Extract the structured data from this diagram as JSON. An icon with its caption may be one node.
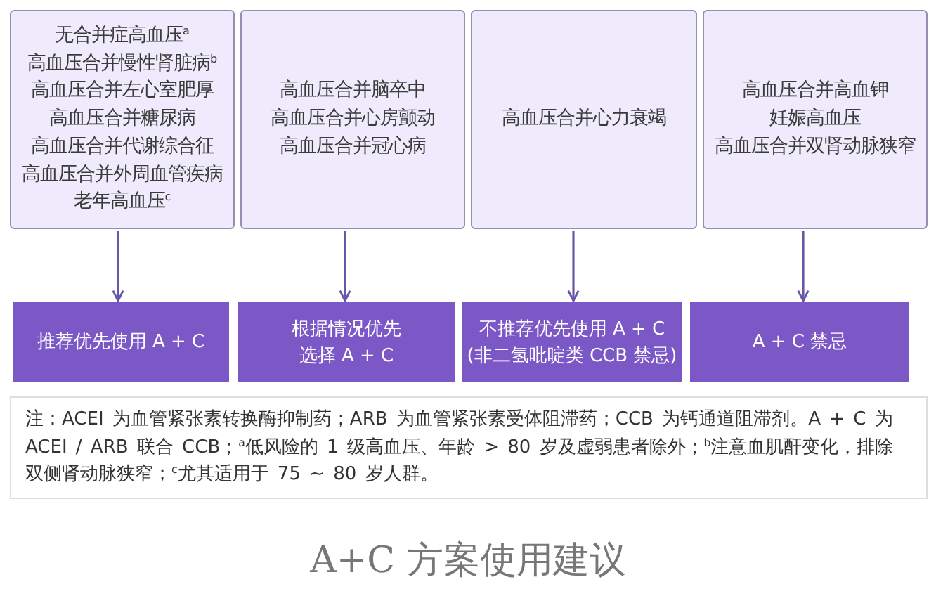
{
  "diagram": {
    "caption": "A+C 方案使用建议",
    "nodes": [
      {
        "text": [
          "无合并症高血压$^{a}$",
          "高血压合并慢性肾脏病$^{b}$",
          "高血压合并左心室肥厚",
          "高血压合并糖尿病",
          "高血压合并代谢综合征",
          "高血压合并外周血管疾病",
          "老年高血压$^{c}$"
        ]
      },
      {
        "text": [
          "高血压合并脑卒中",
          "高血压合并心房颤动",
          "高血压合并冠心病"
        ]
      },
      {
        "text": [
          "高血压合并心力衰竭"
        ]
      },
      {
        "text": [
          "高血压合并高血钾",
          "妊娠高血压",
          "高血压合并双肾动脉狭窄"
        ]
      },
      {
        "text": [
          "推荐优先使用 A + C"
        ]
      },
      {
        "text": [
          "根据情况优先选择 A + C"
        ]
      },
      {
        "text": [
          "不推荐优先使用 A + C",
          "(非二氢吡啶类 CCB 禁忌)"
        ]
      },
      {
        "text": [
          "A + C 禁忌"
        ]
      },
      {
        "text": [
          "注：ACEI 为血管紧张素转换酶抑制药；ARB 为血管紧张素受体阻滞药；CCB 为钙通道阻滞剂。A + C 为 ACEI / ARB 联合 CCB；$^{a}$低风险的 1 级高血压、年龄 > 80 岁及虚弱患者除外；$^{b}$注意血肌酐变化，排除双侧肾动脉狭窄；$^{c}$尤其适用于 75 ~ 80 岁人群。"
        ]
      }
    ],
    "edges": [
      {
        "from": 0,
        "to": 4,
        "arrow": "to"
      },
      {
        "from": 1,
        "to": 5,
        "arrow": "to"
      },
      {
        "from": 2,
        "to": 6,
        "arrow": "to"
      },
      {
        "from": 3,
        "to": 7,
        "arrow": "to"
      }
    ]
  }
}
